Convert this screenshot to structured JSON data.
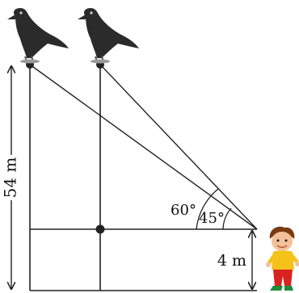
{
  "labels": {
    "pole_height": "54 m",
    "eye_height": "4 m",
    "angle_a": "60°",
    "angle_b": "45°"
  },
  "colors": {
    "line": "#222222",
    "bird": "#2b2b2b",
    "shirt": "#f4c21a",
    "pants": "#d8231f",
    "hair": "#7a3b12",
    "skin": "#f3c29a"
  },
  "icons": {
    "bird_left": "crow-icon",
    "bird_right": "crow-icon",
    "observer": "boy-icon"
  }
}
